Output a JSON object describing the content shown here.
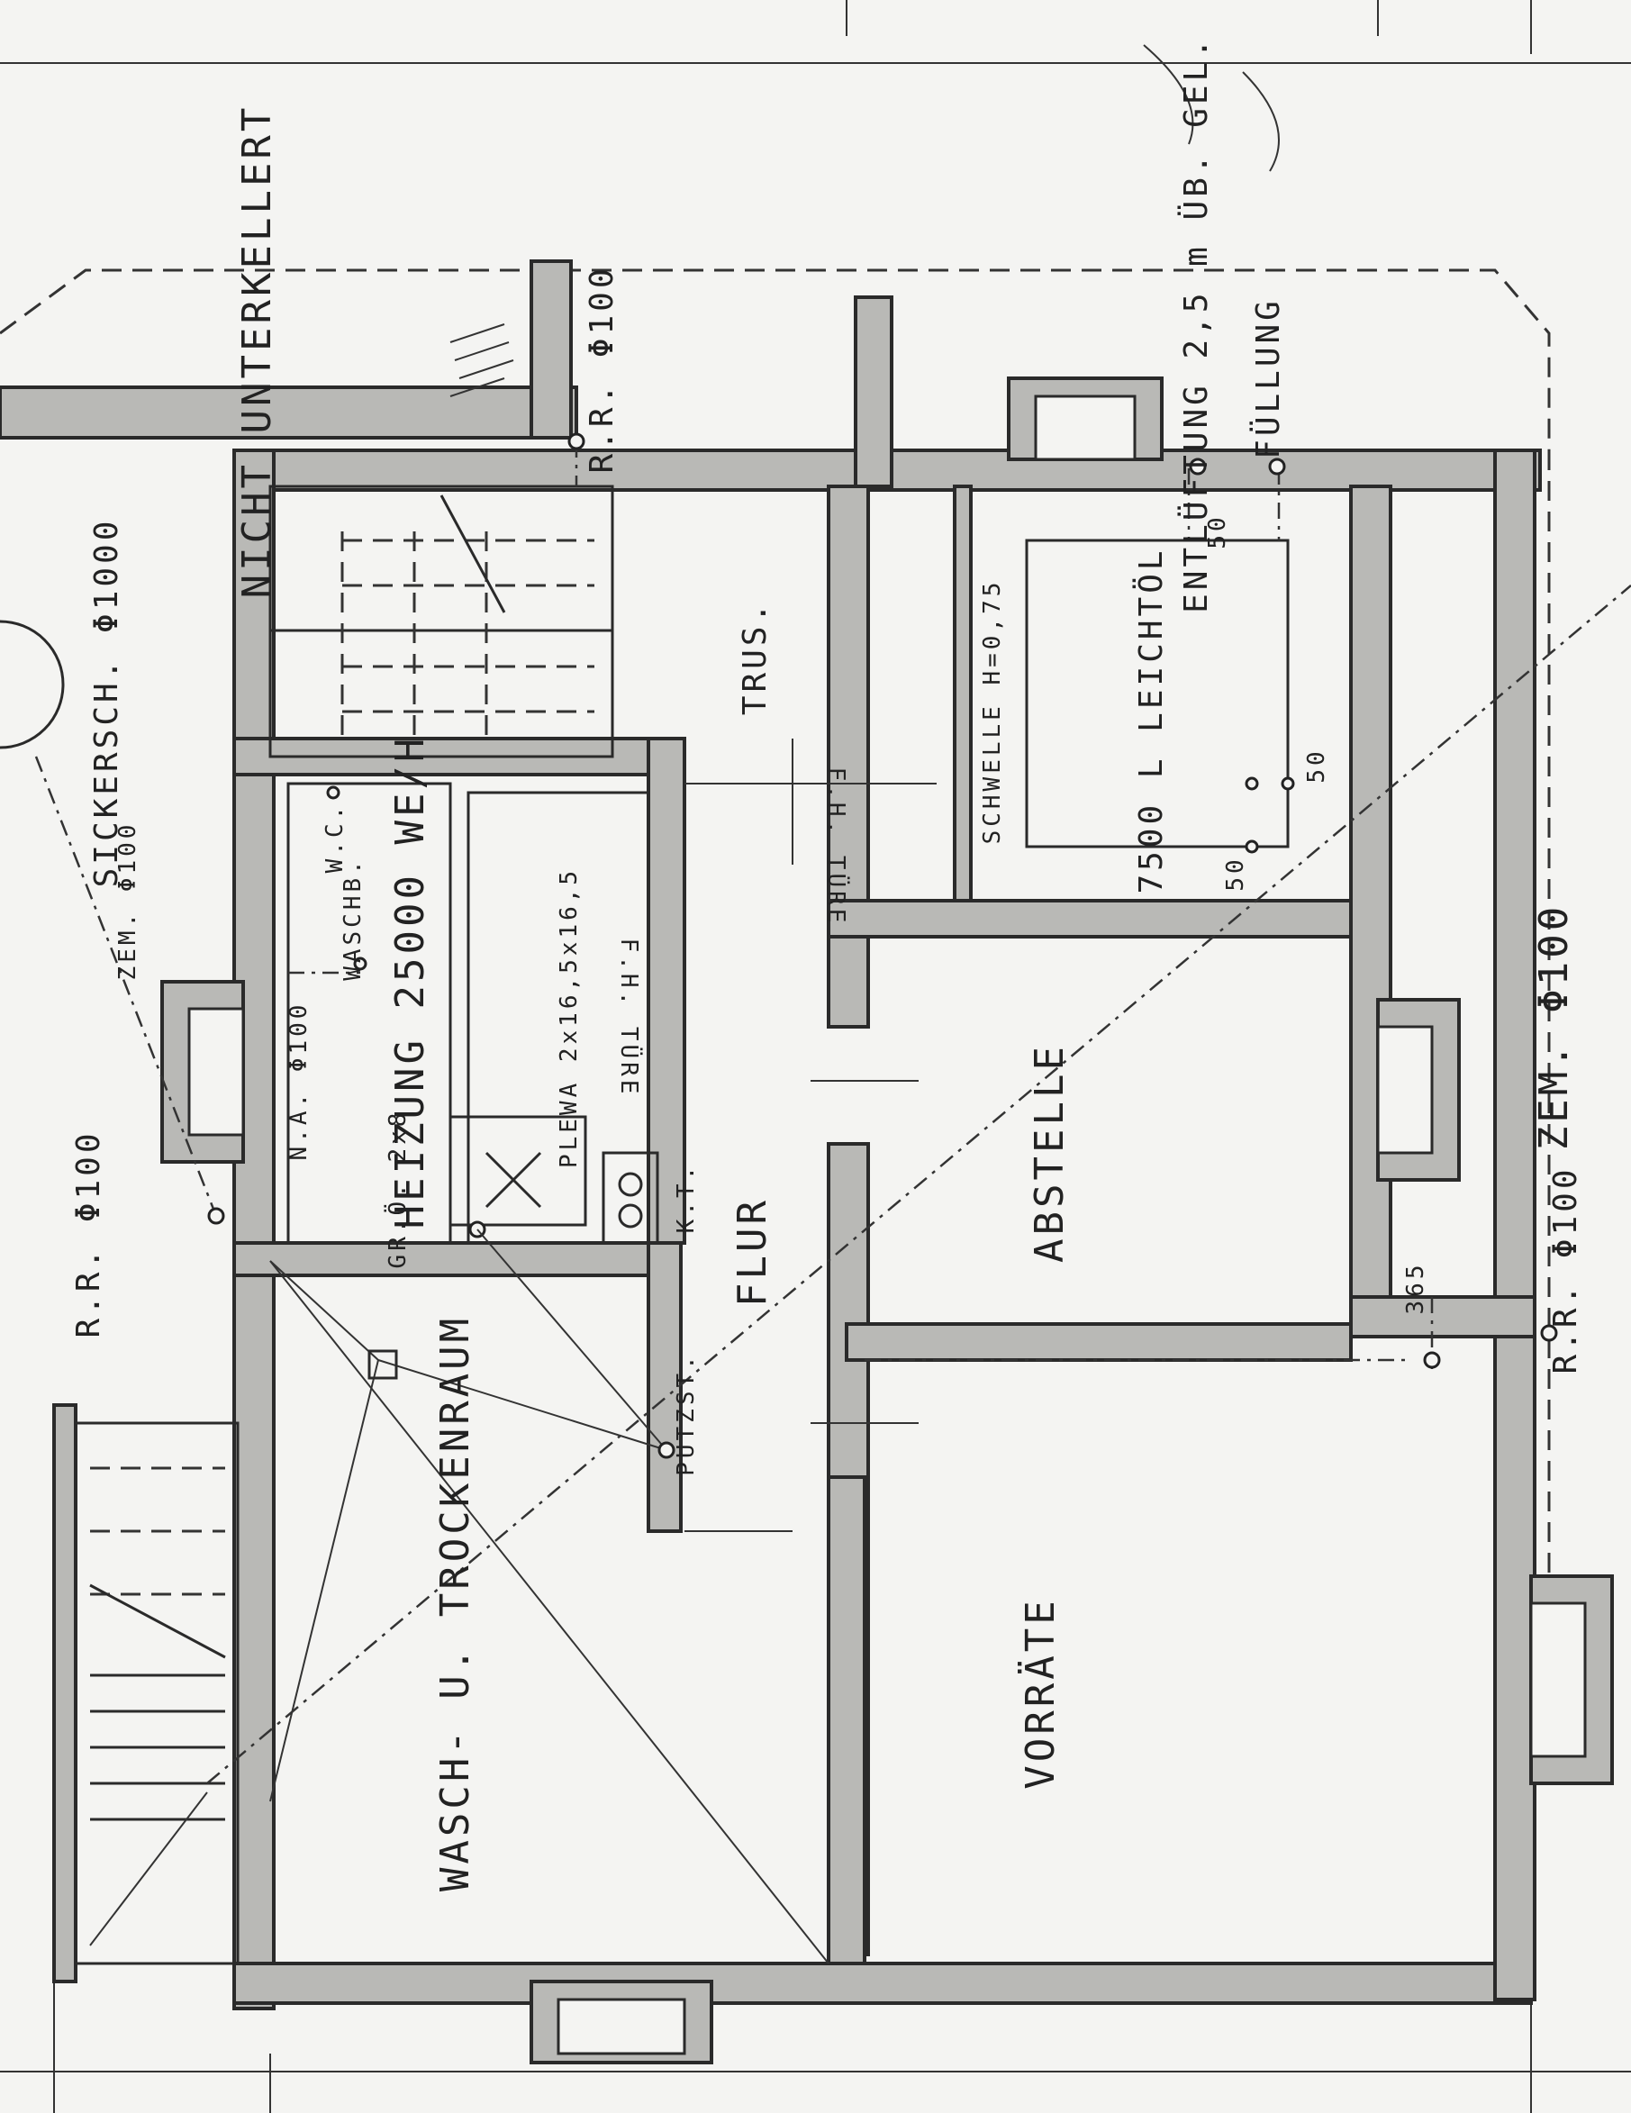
{
  "plan": {
    "labels": {
      "nicht_unterkellert": "NICHT UNTERKELLERT",
      "rr_top": "R.R. Φ100",
      "entlueftung": "ENTLÜFTUNG 2,5 m ÜB. GEL.",
      "fuellung": "FÜLLUNG",
      "sickersch": "SICKERSCH. Φ1000",
      "zem_left": "ZEM. Φ100",
      "trus": "TRUS.",
      "schwelle": "SCHWELLE H=0,75",
      "oil_tank": "7500 L LEICHTÖL",
      "dim_50_a": "50",
      "dim_50_b": "50",
      "dim_50_c": "50",
      "fh_tuere_1": "F.H. TÜRE",
      "fh_tuere_2": "F.H. TÜRE",
      "wc": "W.C.",
      "waschb": "WASCHB.",
      "heizung": "HEIZUNG 25000 WE/H",
      "plewa": "PLEWA 2x16,5x16,5",
      "na": "N.A. Φ100",
      "rr_left": "R.R. Φ100",
      "gross": "GR.Ö. 2x8",
      "kt": "K.T.",
      "flur": "FLUR",
      "abstelle": "ABSTELLE",
      "zem_right": "ZEM. Φ100",
      "dim_365": "365",
      "rr_right": "R.R. Φ100",
      "putzst": "PUTZST.",
      "wasch": "WASCH- U. TROCKENRAUM",
      "vorraete": "VORRÄTE"
    }
  }
}
